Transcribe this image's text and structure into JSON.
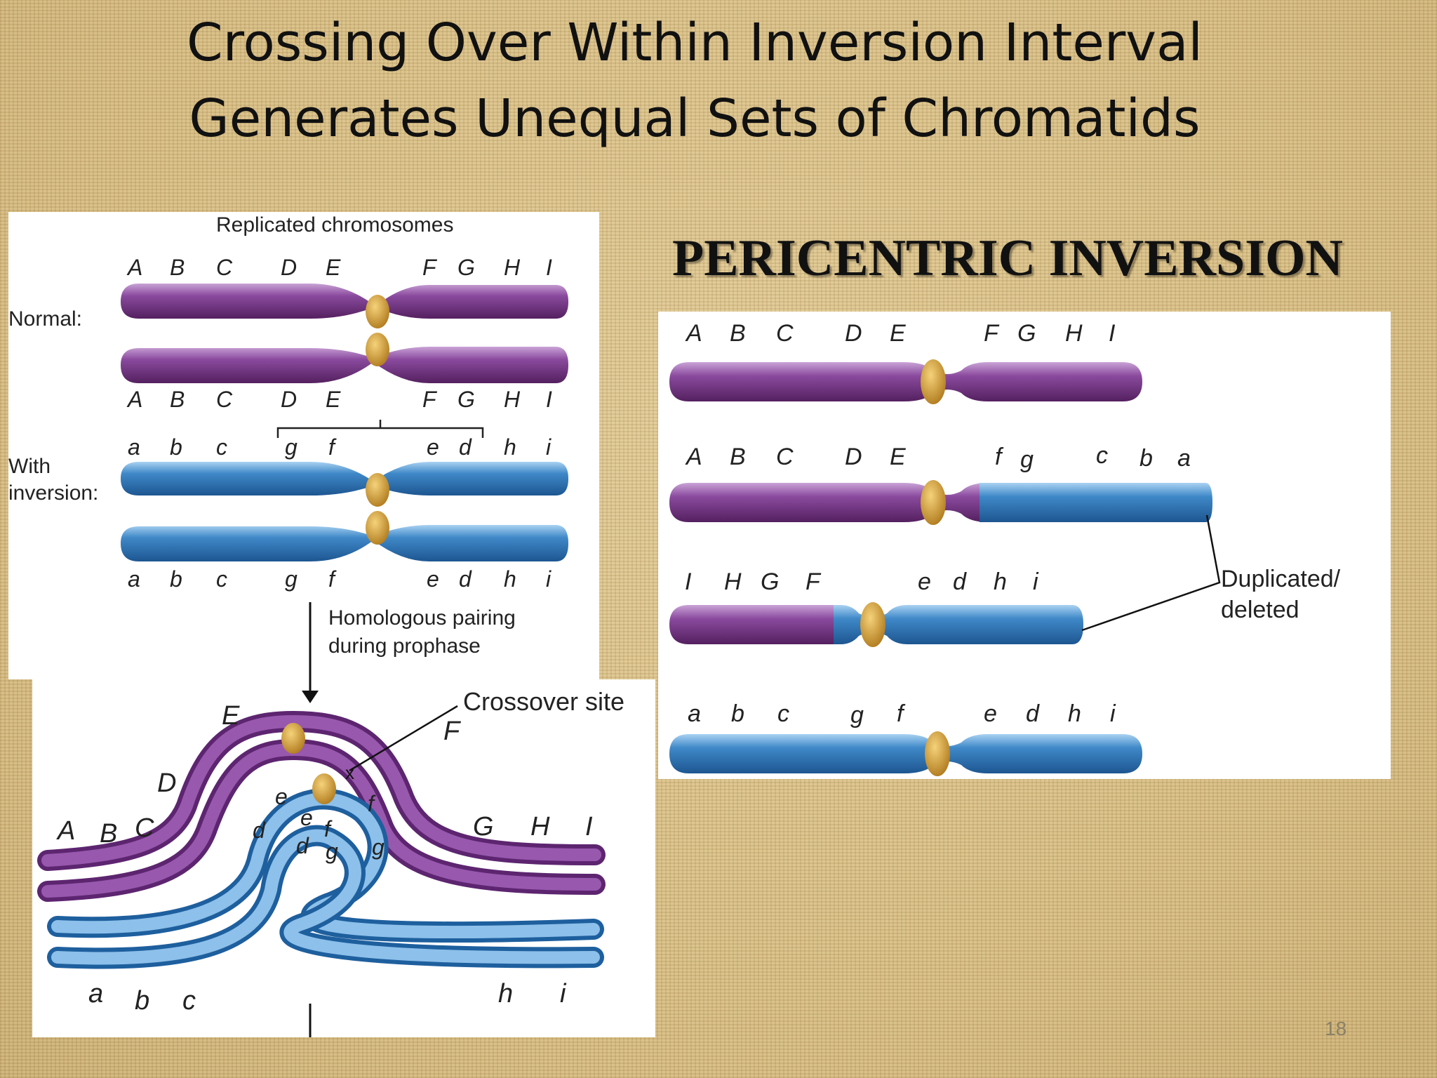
{
  "title": {
    "line1": "Crossing Over Within Inversion Interval",
    "line2": "Generates Unequal Sets of Chromatids"
  },
  "left_figure": {
    "heading": "Replicated chromosomes",
    "normal_label": "Normal:",
    "inversion_label_1": "With",
    "inversion_label_2": "inversion:",
    "normal_genes": [
      "A",
      "B",
      "C",
      "D",
      "E",
      "F",
      "G",
      "H",
      "I"
    ],
    "inverted_genes": [
      "a",
      "b",
      "c",
      "g",
      "f",
      "e",
      "d",
      "h",
      "i"
    ],
    "pairing_label_1": "Homologous pairing",
    "pairing_label_2": "during prophase",
    "crossover_label": "Crossover site",
    "loop_labels_upper": [
      "E",
      "F",
      "D",
      "A",
      "B",
      "C",
      "G",
      "H",
      "I"
    ],
    "loop_labels_inner": [
      "e",
      "e",
      "f",
      "f",
      "d",
      "d",
      "g",
      "g"
    ],
    "loop_labels_lower": [
      "a",
      "b",
      "c",
      "h",
      "i"
    ]
  },
  "right_figure": {
    "heading": "PERICENTRIC INVERSION",
    "row1_genes": [
      "A",
      "B",
      "C",
      "D",
      "E",
      "F",
      "G",
      "H",
      "I"
    ],
    "row2_genes": [
      "A",
      "B",
      "C",
      "D",
      "E",
      "f",
      "g",
      "c",
      "b",
      "a"
    ],
    "row3_genes": [
      "I",
      "H",
      "G",
      "F",
      "e",
      "d",
      "h",
      "i"
    ],
    "row4_genes": [
      "a",
      "b",
      "c",
      "g",
      "f",
      "e",
      "d",
      "h",
      "i"
    ],
    "dup_label_1": "Duplicated/",
    "dup_label_2": "deleted"
  },
  "slide_number": "18",
  "colors": {
    "purple": "#7b3a8e",
    "blue": "#3d86c6",
    "centromere": "#d9a53a"
  }
}
